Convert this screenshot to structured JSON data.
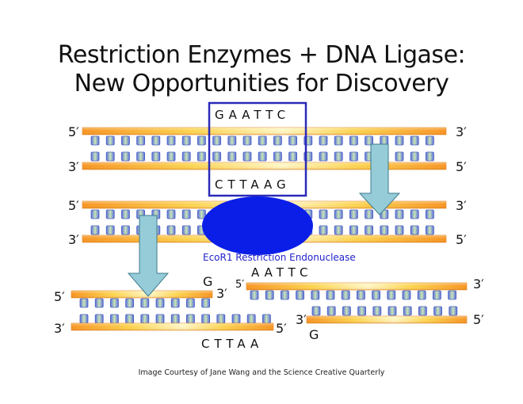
{
  "title": {
    "line1": "Restriction Enzymes + DNA Ligase:",
    "line2": "New Opportunities for Discovery"
  },
  "recognition_site": {
    "top_sequence": "GAATTC",
    "bottom_sequence": "CTTAAG",
    "box_color": "#2a2ab8"
  },
  "dna_1": {
    "top_left": "5′",
    "top_right": "3′",
    "bottom_left": "3′",
    "bottom_right": "5′"
  },
  "dna_2": {
    "top_left": "5′",
    "top_right": "3′",
    "bottom_left": "3′",
    "bottom_right": "5′"
  },
  "enzyme": {
    "label": "EcoR1 Restriction Endonuclease",
    "color": "#0a1ee8"
  },
  "fragment_left": {
    "top_left": "5′",
    "top_right": "3′",
    "bottom_left": "3′",
    "bottom_right": "5′",
    "top_end_base": "G",
    "overhang": "CTTAA"
  },
  "fragment_right": {
    "top_left": "5′",
    "top_right": "3′",
    "bottom_left": "3′",
    "bottom_right": "5′",
    "overhang": "AATTC",
    "bottom_end_base": "G"
  },
  "colors": {
    "backbone_orange": "#f7931e",
    "backbone_light": "#fff3a8",
    "base_blue": "#4f6fd6",
    "arrow_fill": "#95ccd8",
    "arrow_stroke": "#3d7d8c"
  },
  "caption": "Image Courtesy of Jane Wang and the Science Creative Quarterly"
}
